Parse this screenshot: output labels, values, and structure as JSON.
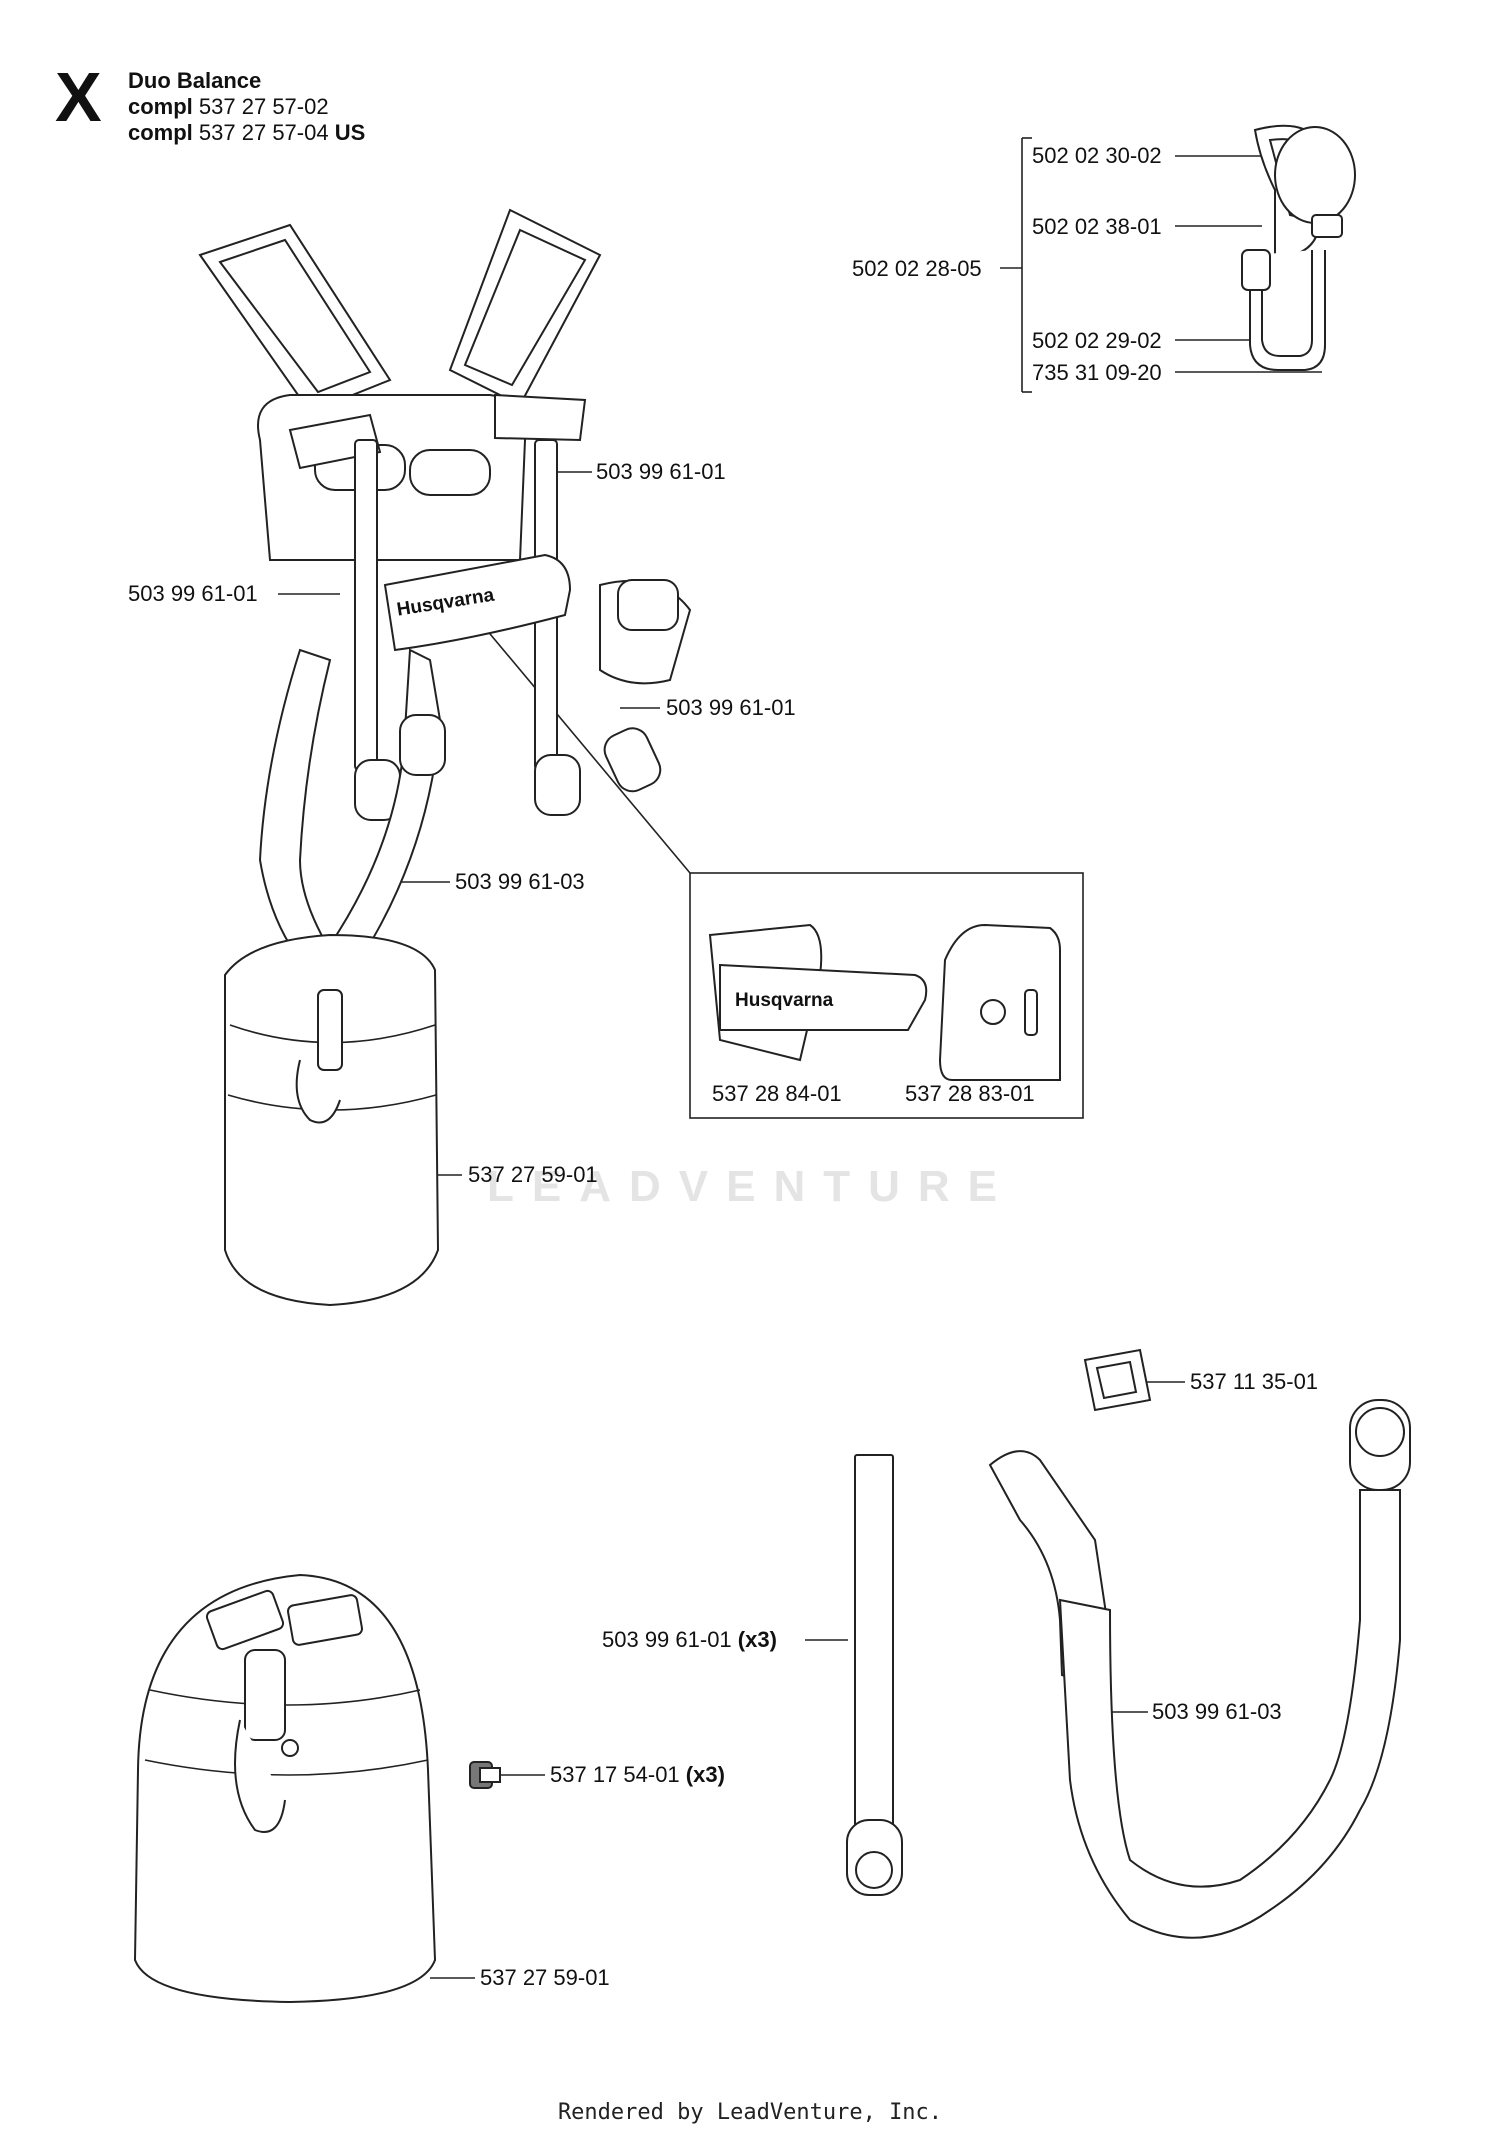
{
  "section": "X",
  "header": {
    "title": "Duo Balance",
    "compl_word": "compl",
    "part_1": "537 27 57-02",
    "part_2": "537 27 57-04",
    "region": "US"
  },
  "labels": {
    "hook_assembly": "502 02 28-05",
    "hook_top": "502 02 30-02",
    "hook_pin": "502 02 38-01",
    "hook_body": "502 02 29-02",
    "hook_spring": "735 31 09-20",
    "strap_upper_right": "503 99 61-01",
    "strap_left": "503 99 61-01",
    "strap_lower_right": "503 99 61-01",
    "strap_long": "503 99 61-03",
    "pad_left": "537 28 84-01",
    "pad_right": "537 28 83-01",
    "hip_pad_top": "537 27 59-01",
    "strap_single": "503 99 61-01",
    "strap_single_qty": "(x3)",
    "screw": "537 17 54-01",
    "screw_qty": "(x3)",
    "buckle": "537 11 35-01",
    "strap_long_bottom": "503 99 61-03",
    "hip_pad_bottom": "537 27 59-01"
  },
  "brand": "Husqvarna",
  "watermark": "LEADVENTURE",
  "footer": "Rendered by LeadVenture, Inc."
}
